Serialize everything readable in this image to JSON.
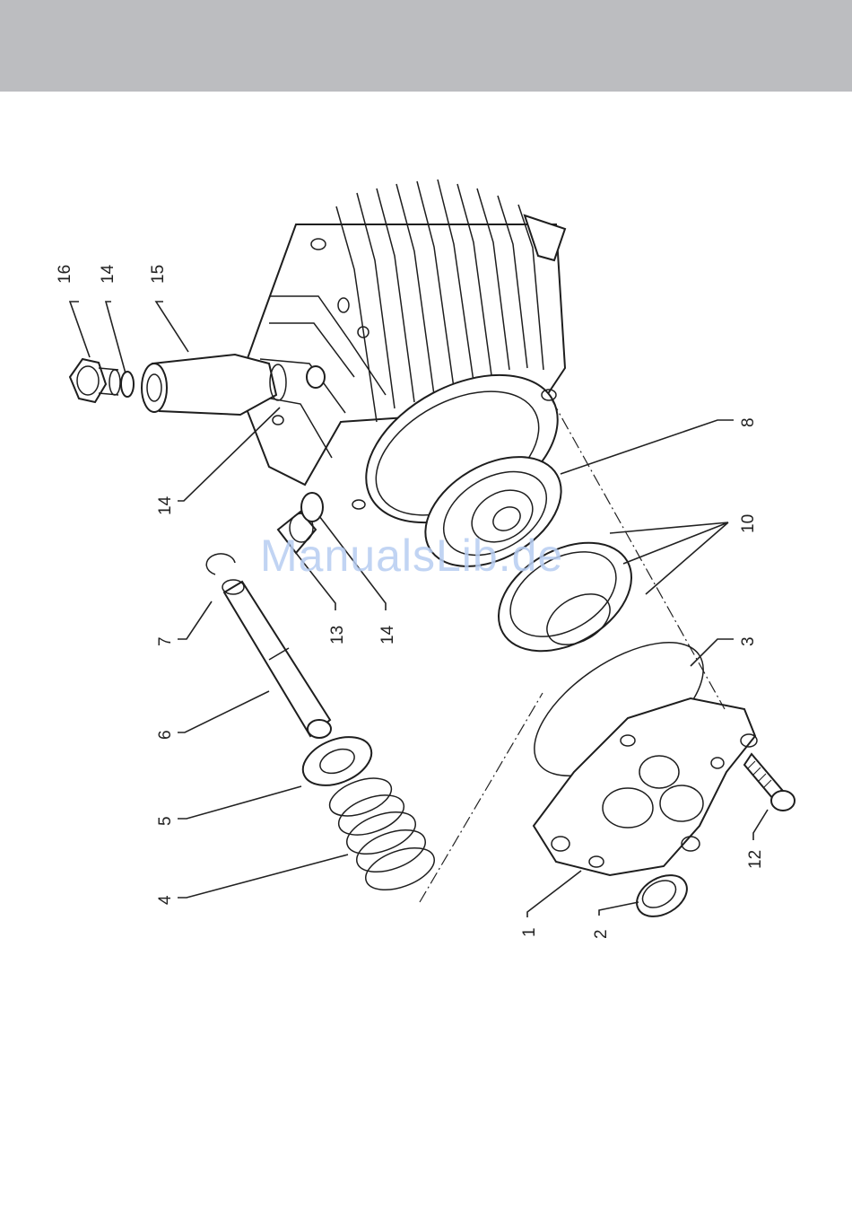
{
  "header": {
    "band_color": "#bcbdc0"
  },
  "watermark": {
    "text": "ManualsLib.de"
  },
  "callouts": {
    "c16": "16",
    "c14a": "14",
    "c15": "15",
    "c14b": "14",
    "c8": "8",
    "c10": "10",
    "c7": "7",
    "c13": "13",
    "c14c": "14",
    "c3": "3",
    "c6": "6",
    "c5": "5",
    "c12": "12",
    "c4": "4",
    "c1": "1",
    "c2": "2"
  }
}
